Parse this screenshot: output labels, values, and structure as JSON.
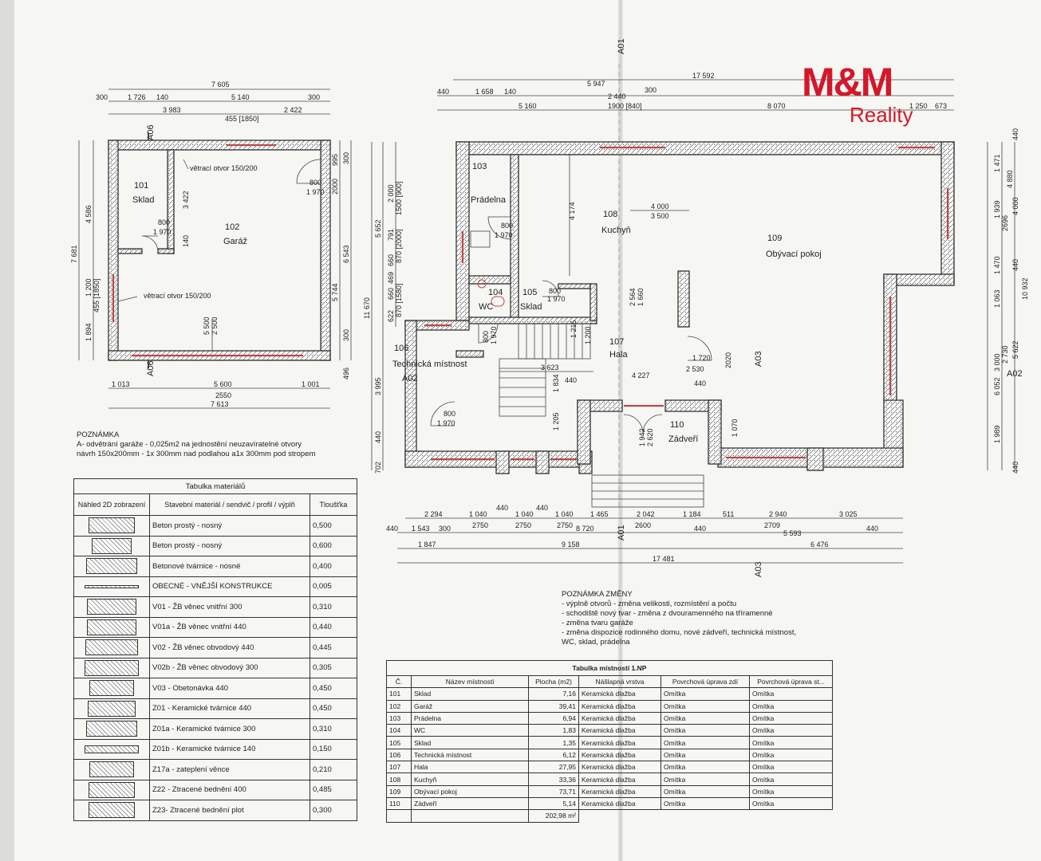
{
  "logo": {
    "brand": "M&M",
    "sub": "Reality",
    "color": "#d4172a"
  },
  "garage": {
    "dims_top": [
      "7 605",
      "300",
      "1 726",
      "140",
      "5 140",
      "300",
      "3 983",
      "2 422",
      "455 [1850]"
    ],
    "dims_bottom": [
      "1 013",
      "5 600",
      "1 001",
      "2550",
      "7 613"
    ],
    "dims_left": [
      "7 681",
      "4 586",
      "1 200",
      "455 [1850]",
      "1 894"
    ],
    "dims_right": [
      "6 543",
      "995",
      "300",
      "2000",
      "5 744",
      "300",
      "496"
    ],
    "sections": [
      "A06",
      "A06"
    ],
    "vent1": "větrací otvor 150/200",
    "vent2": "větrací otvor 150/200",
    "rooms": [
      {
        "num": "101",
        "name": "Sklad"
      },
      {
        "num": "102",
        "name": "Garáž"
      }
    ],
    "door_labels": [
      "800",
      "1 970",
      "800",
      "1 970"
    ],
    "inner_dims": [
      "3 422",
      "140",
      "5 500",
      "2 500"
    ]
  },
  "house": {
    "dims_top": [
      "A01",
      "17 592",
      "440",
      "1 658",
      "140",
      "5 947",
      "300",
      "2 440",
      "5 160",
      "1900 [840]",
      "8 070",
      "1 250",
      "673"
    ],
    "dims_bottom": [
      "2 294",
      "1 040",
      "440",
      "1 040",
      "440",
      "1 040",
      "1 465",
      "2 042",
      "1 184",
      "511",
      "2 940",
      "3 025",
      "440",
      "1 543",
      "300",
      "2750",
      "2750",
      "2750",
      "8 720",
      "2600",
      "440",
      "2709",
      "5 593",
      "440",
      "1 847",
      "9 158",
      "6 476",
      "17 481"
    ],
    "dims_left": [
      "11 670",
      "5 652",
      "2 000",
      "1500 [900]",
      "791",
      "870 [2000]",
      "660",
      "469",
      "660",
      "870 [1580]",
      "622",
      "3 995",
      "440",
      "702"
    ],
    "dims_right": [
      "440",
      "1 471",
      "1 939",
      "4 880",
      "4 000",
      "2696",
      "1 470",
      "440",
      "1 063",
      "10 932",
      "3 000",
      "2 730",
      "5 622",
      "6 052",
      "1 989",
      "440"
    ],
    "sections": [
      "A01",
      "A02",
      "A03",
      "A02",
      "A01",
      "A03"
    ],
    "inner_dims": [
      "4 174",
      "4 000",
      "3 500",
      "3 623",
      "2 564",
      "1 660",
      "1 215",
      "1 200",
      "1 834",
      "1 205",
      "4 227",
      "1 720",
      "2 530",
      "2020",
      "1 942",
      "2 620",
      "1 070",
      "440",
      "440"
    ],
    "door_labels": [
      "800",
      "1 970",
      "800",
      "1 970",
      "800",
      "1 970",
      "800",
      "1 970"
    ],
    "rooms": [
      {
        "num": "103",
        "name": "Prádelna"
      },
      {
        "num": "104",
        "name": "WC"
      },
      {
        "num": "105",
        "name": "Sklad"
      },
      {
        "num": "106",
        "name": "Technická místnost"
      },
      {
        "num": "107",
        "name": "Hala"
      },
      {
        "num": "108",
        "name": "Kuchyň"
      },
      {
        "num": "109",
        "name": "Obývací pokoj"
      },
      {
        "num": "110",
        "name": "Zádveří"
      }
    ]
  },
  "note_garage": {
    "title": "POZNÁMKA",
    "lines": [
      "A- odvětrání garáže - 0,025m2 na jednostění neuzavíratelné otvory",
      "návrh 150x200mm - 1x 300mm nad podlahou a1x 300mm pod stropem"
    ]
  },
  "note_changes": {
    "title": "POZNÁMKA ZMĚNY",
    "lines": [
      "- výplně otvorů - změna velikosti, rozmístění a počtu",
      "- schodiště nový tvar - změna z dvouramenného na tříramenné",
      "- změna tvaru garáže",
      "- změna dispozice rodinného domu, nové zádveří, technická místnost,",
      "WC, sklad, prádelna"
    ]
  },
  "materials": {
    "caption": "Tabulka materiálů",
    "headers": [
      "Náhled 2D zobrazení",
      "Stavební materiál / sendvič / profil / výplň",
      "Tloušťka"
    ],
    "rows": [
      {
        "name": "Beton prostý - nosný",
        "thk": "0,500",
        "sw": 56
      },
      {
        "name": "Beton prostý - nosný",
        "thk": "0,600",
        "sw": 48
      },
      {
        "name": "Betonové tvárnice - nosné",
        "thk": "0,400",
        "sw": 62
      },
      {
        "name": "OBECNÉ - VNĚJŠÍ KONSTRUKCE",
        "thk": "0,005",
        "sw": 66
      },
      {
        "name": "V01 - ŽB věnec vnitřní 300",
        "thk": "0,310",
        "sw": 60
      },
      {
        "name": "V01a - ŽB věnec vnitřní 440",
        "thk": "0,440",
        "sw": 60
      },
      {
        "name": "V02 - ŽB věnec obvodový 440",
        "thk": "0,445",
        "sw": 64
      },
      {
        "name": "V02b - ŽB věnec obvodový 300",
        "thk": "0,305",
        "sw": 66
      },
      {
        "name": "V03 - Obetonávka 440",
        "thk": "0,450",
        "sw": 54
      },
      {
        "name": "Z01 - Keramické tvárnice 440",
        "thk": "0,450",
        "sw": 58
      },
      {
        "name": "Z01a - Keramické tvárnice 300",
        "thk": "0,310",
        "sw": 62
      },
      {
        "name": "Z01b - Keramické tvárnice 140",
        "thk": "0,150",
        "sw": 66
      },
      {
        "name": "Z17a - zateplení věnce",
        "thk": "0,210",
        "sw": 54
      },
      {
        "name": "Z22 - Ztracené bednění 400",
        "thk": "0,485",
        "sw": 56
      },
      {
        "name": "Z23- Ztracené bednění plot",
        "thk": "0,300",
        "sw": 56
      }
    ]
  },
  "rooms_table": {
    "caption": "Tabulka místností 1.NP",
    "headers": [
      "Č.",
      "Název místnosti",
      "Plocha (m2)",
      "Nášlapná vrstva",
      "Povrchová úprava zdí",
      "Povrchová úprava st..."
    ],
    "rows": [
      [
        "101",
        "Sklad",
        "7,16",
        "Keramická dlažba",
        "Omítka",
        "Omítka"
      ],
      [
        "102",
        "Garáž",
        "39,41",
        "Keramická dlažba",
        "Omítka",
        "Omítka"
      ],
      [
        "103",
        "Prádelna",
        "6,94",
        "Keramická dlažba",
        "Omítka",
        "Omítka"
      ],
      [
        "104",
        "WC",
        "1,83",
        "Keramická dlažba",
        "Omítka",
        "Omítka"
      ],
      [
        "105",
        "Sklad",
        "1,35",
        "Keramická dlažba",
        "Omítka",
        "Omítka"
      ],
      [
        "106",
        "Technická místnost",
        "6,12",
        "Keramická dlažba",
        "Omítka",
        "Omítka"
      ],
      [
        "107",
        "Hala",
        "27,95",
        "Keramická dlažba",
        "Omítka",
        "Omítka"
      ],
      [
        "108",
        "Kuchyň",
        "33,36",
        "Keramická dlažba",
        "Omítka",
        "Omítka"
      ],
      [
        "109",
        "Obývací pokoj",
        "73,71",
        "Keramická dlažba",
        "Omítka",
        "Omítka"
      ],
      [
        "110",
        "Zádveří",
        "5,14",
        "Keramická dlažba",
        "Omítka",
        "Omítka"
      ]
    ],
    "total": "202,98 m²"
  }
}
